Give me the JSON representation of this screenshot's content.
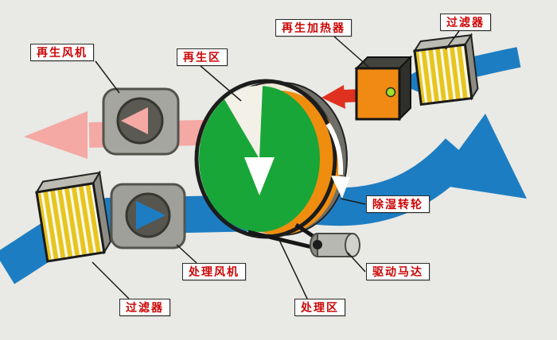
{
  "labels": {
    "regen_fan": "再生风机",
    "regen_zone": "再生区",
    "regen_heater": "再生加热器",
    "filter_top": "过滤器",
    "wheel": "除湿转轮",
    "drive_motor": "驱动马达",
    "process_fan": "处理风机",
    "process_zone": "处理区",
    "filter_bottom": "过滤器"
  },
  "colors": {
    "process_air": "#1d7dc2",
    "regen_exhaust": "#f4a9a4",
    "hot_air": "#e03020",
    "wheel_green": "#18a638",
    "heater_orange": "#f08a12",
    "filter_yellow": "#e8c51e",
    "background": "#e9e9e5"
  }
}
